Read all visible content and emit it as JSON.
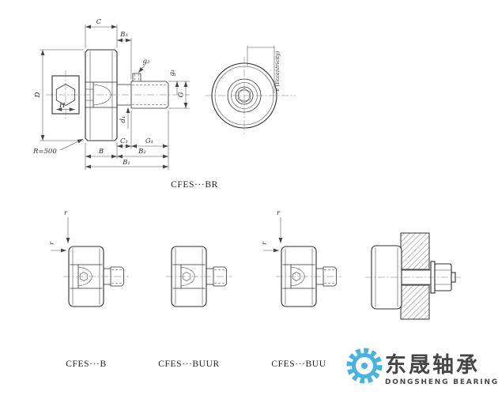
{
  "views": {
    "main": {
      "label": "CFES···BR"
    },
    "b": {
      "label": "CFES···B"
    },
    "buur": {
      "label": "CFES···BUUR"
    },
    "buu": {
      "label": "CFES···BUU"
    }
  },
  "dims": {
    "C": "C",
    "B3": "B₃",
    "g2": "g₂",
    "g1": "g₁",
    "G": "G",
    "D": "D",
    "H": "H",
    "d1": "d₁",
    "R": "R=500",
    "B": "B",
    "C1": "C₁",
    "G1": "G₁",
    "B2": "B₂",
    "B1": "B₁",
    "e": "e (Eccentricity)",
    "r": "r"
  },
  "logo": {
    "cn": "东晟轴承",
    "en": "DONGSHENG BEARING",
    "color": "#2fa8dc"
  }
}
